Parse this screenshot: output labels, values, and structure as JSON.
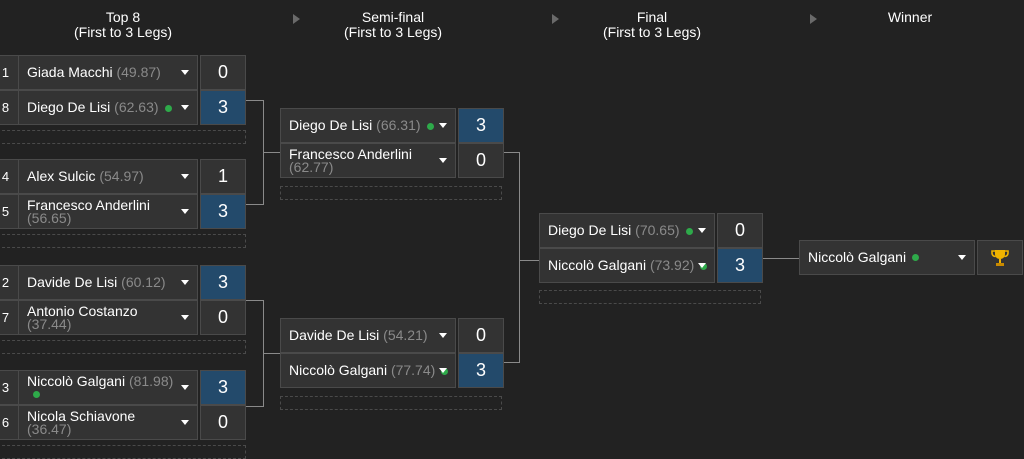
{
  "rounds": [
    {
      "title": "Top 8",
      "subtitle": "(First to 3 Legs)"
    },
    {
      "title": "Semi-final",
      "subtitle": "(First to 3 Legs)"
    },
    {
      "title": "Final",
      "subtitle": "(First to 3 Legs)"
    },
    {
      "title": "Winner",
      "subtitle": ""
    }
  ],
  "top8": [
    {
      "p1": {
        "seed": "1",
        "name": "Giada Macchi",
        "avg": "(49.87)",
        "score": "0",
        "winner": false,
        "online": false
      },
      "p2": {
        "seed": "8",
        "name": "Diego De Lisi",
        "avg": "(62.63)",
        "score": "3",
        "winner": true,
        "online": true
      }
    },
    {
      "p1": {
        "seed": "4",
        "name": "Alex Sulcic",
        "avg": "(54.97)",
        "score": "1",
        "winner": false,
        "online": false
      },
      "p2": {
        "seed": "5",
        "name": "Francesco Anderlini",
        "avg": "(56.65)",
        "score": "3",
        "winner": true,
        "online": false
      }
    },
    {
      "p1": {
        "seed": "2",
        "name": "Davide De Lisi",
        "avg": "(60.12)",
        "score": "3",
        "winner": true,
        "online": false
      },
      "p2": {
        "seed": "7",
        "name": "Antonio Costanzo",
        "avg": "(37.44)",
        "score": "0",
        "winner": false,
        "online": false
      }
    },
    {
      "p1": {
        "seed": "3",
        "name": "Niccolò Galgani",
        "avg": "(81.98)",
        "score": "3",
        "winner": true,
        "online": true
      },
      "p2": {
        "seed": "6",
        "name": "Nicola Schiavone",
        "avg": "(36.47)",
        "score": "0",
        "winner": false,
        "online": false
      }
    }
  ],
  "semis": [
    {
      "p1": {
        "name": "Diego De Lisi",
        "avg": "(66.31)",
        "score": "3",
        "winner": true,
        "online": true
      },
      "p2": {
        "name": "Francesco Anderlini",
        "avg": "(62.77)",
        "score": "0",
        "winner": false,
        "online": false
      }
    },
    {
      "p1": {
        "name": "Davide De Lisi",
        "avg": "(54.21)",
        "score": "0",
        "winner": false,
        "online": false
      },
      "p2": {
        "name": "Niccolò Galgani",
        "avg": "(77.74)",
        "score": "3",
        "winner": true,
        "online": true
      }
    }
  ],
  "final": {
    "p1": {
      "name": "Diego De Lisi",
      "avg": "(70.65)",
      "score": "0",
      "winner": false,
      "online": true
    },
    "p2": {
      "name": "Niccolò Galgani",
      "avg": "(73.92)",
      "score": "3",
      "winner": true,
      "online": true
    }
  },
  "winner": {
    "name": "Niccolò Galgani",
    "online": true,
    "icon": "trophy-icon"
  },
  "colors": {
    "background": "#222222",
    "cell": "#333333",
    "winner_score": "#234a6b",
    "online_dot": "#2eaa4a",
    "average": "#8a8a8a"
  }
}
